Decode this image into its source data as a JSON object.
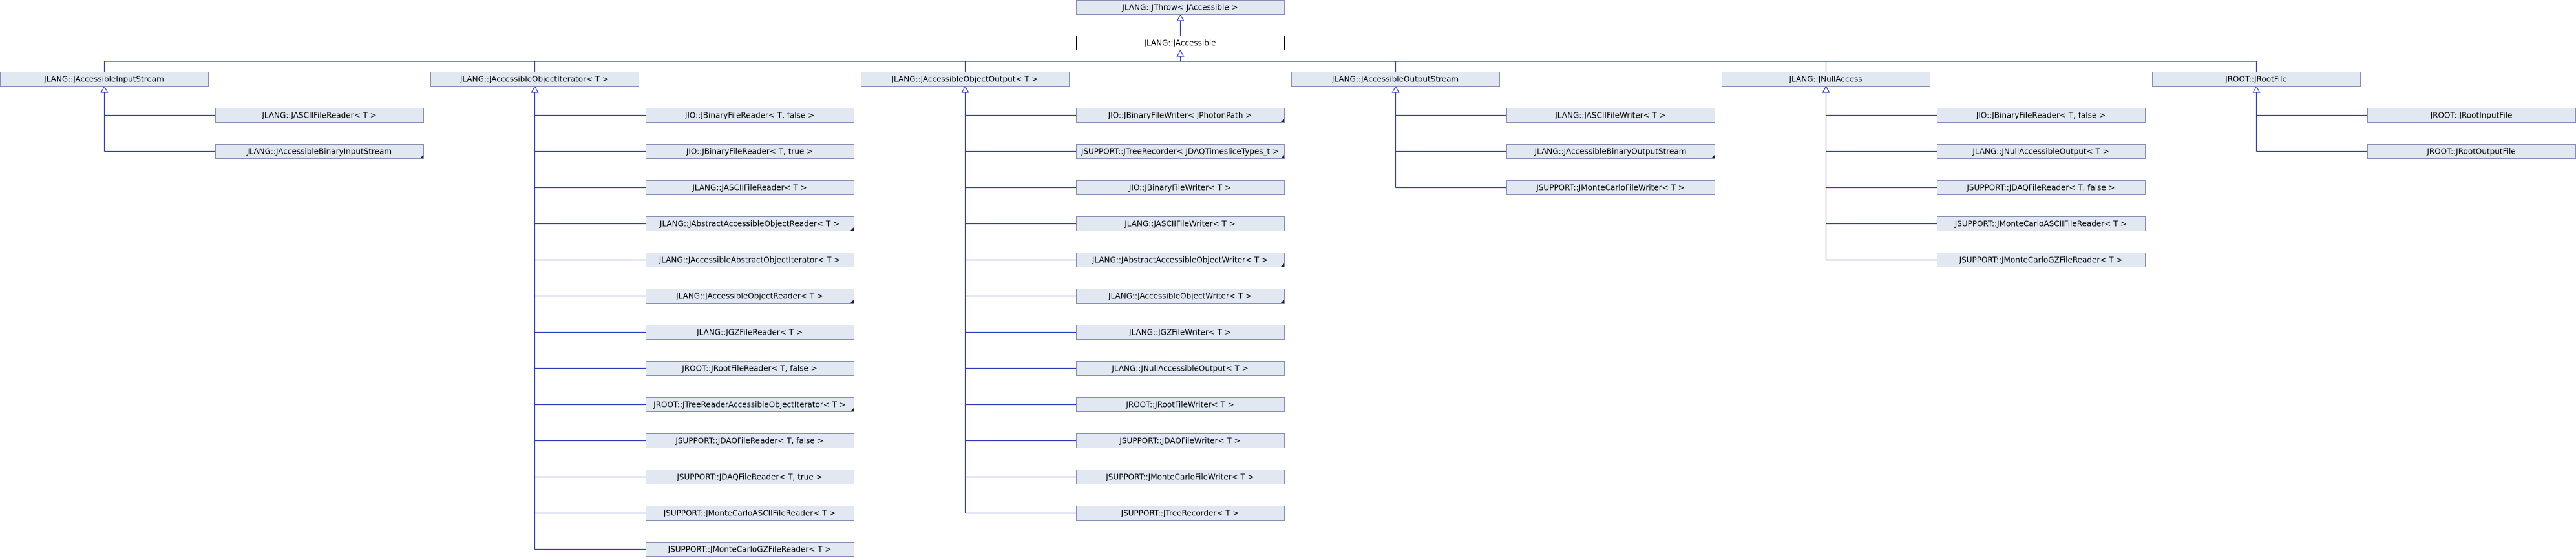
{
  "graph": {
    "top": {
      "label": "JLANG::JThrow< JAccessible >"
    },
    "root": {
      "label": "JLANG::JAccessible"
    },
    "branches": [
      {
        "label": "JLANG::JAccessibleInputStream",
        "children": [
          "JLANG::JASCIIFileReader< T >",
          "JLANG::JAccessibleBinaryInputStream"
        ],
        "more": [
          false,
          true
        ]
      },
      {
        "label": "JLANG::JAccessibleObjectIterator< T >",
        "children": [
          "JIO::JBinaryFileReader< T, false >",
          "JIO::JBinaryFileReader< T, true >",
          "JLANG::JASCIIFileReader< T >",
          "JLANG::JAbstractAccessibleObjectReader< T >",
          "JLANG::JAccessibleAbstractObjectIterator< T >",
          "JLANG::JAccessibleObjectReader< T >",
          "JLANG::JGZFileReader< T >",
          "JROOT::JRootFileReader< T, false >",
          "JROOT::JTreeReaderAccessibleObjectIterator< T >",
          "JSUPPORT::JDAQFileReader< T, false >",
          "JSUPPORT::JDAQFileReader< T, true >",
          "JSUPPORT::JMonteCarloASCIIFileReader< T >",
          "JSUPPORT::JMonteCarloGZFileReader< T >"
        ],
        "more": [
          false,
          false,
          false,
          true,
          false,
          true,
          false,
          false,
          true,
          false,
          false,
          false,
          false
        ]
      },
      {
        "label": "JLANG::JAccessibleObjectOutput< T >",
        "children": [
          "JIO::JBinaryFileWriter< JPhotonPath >",
          "JSUPPORT::JTreeRecorder< JDAQTimesliceTypes_t >",
          "JIO::JBinaryFileWriter< T >",
          "JLANG::JASCIIFileWriter< T >",
          "JLANG::JAbstractAccessibleObjectWriter< T >",
          "JLANG::JAccessibleObjectWriter< T >",
          "JLANG::JGZFileWriter< T >",
          "JLANG::JNullAccessibleOutput< T >",
          "JROOT::JRootFileWriter< T >",
          "JSUPPORT::JDAQFileWriter< T >",
          "JSUPPORT::JMonteCarloFileWriter< T >",
          "JSUPPORT::JTreeRecorder< T >"
        ],
        "more": [
          true,
          true,
          false,
          false,
          true,
          true,
          false,
          false,
          false,
          false,
          false,
          false
        ]
      },
      {
        "label": "JLANG::JAccessibleOutputStream",
        "children": [
          "JLANG::JASCIIFileWriter< T >",
          "JLANG::JAccessibleBinaryOutputStream",
          "JSUPPORT::JMonteCarloFileWriter< T >"
        ],
        "more": [
          false,
          true,
          false
        ]
      },
      {
        "label": "JLANG::JNullAccess",
        "children": [
          "JIO::JBinaryFileReader< T, false >",
          "JLANG::JNullAccessibleOutput< T >",
          "JSUPPORT::JDAQFileReader< T, false >",
          "JSUPPORT::JMonteCarloASCIIFileReader< T >",
          "JSUPPORT::JMonteCarloGZFileReader< T >"
        ],
        "more": [
          false,
          false,
          false,
          false,
          false
        ]
      },
      {
        "label": "JROOT::JRootFile",
        "children": [
          "JROOT::JRootInputFile",
          "JROOT::JRootOutputFile"
        ],
        "more": [
          false,
          false
        ]
      }
    ]
  },
  "colors": {
    "edge": "#2b3bb5",
    "node_fill": "#e2e8f2",
    "node_stroke": "#868db2",
    "current_fill": "#ffffff",
    "current_stroke": "#000000"
  }
}
